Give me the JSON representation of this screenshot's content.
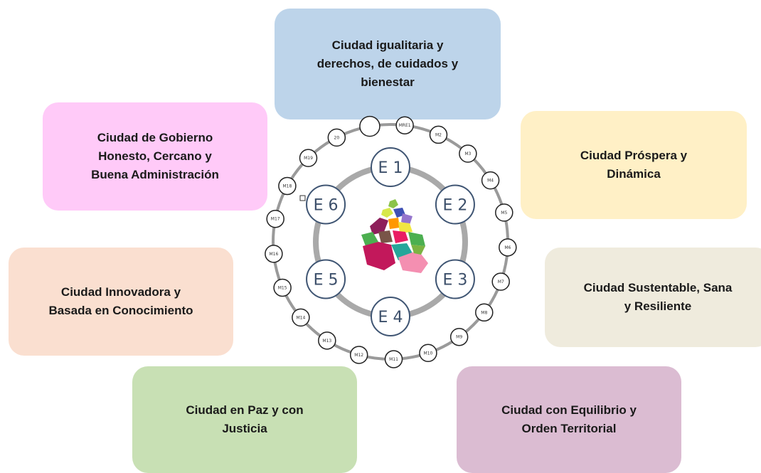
{
  "axes": [
    {
      "text": "Ciudad igualitaria y\nderechos, de cuidados y\nbienestar",
      "color": "#bdd4ea"
    },
    {
      "text": "Ciudad de Gobierno\nHonesto, Cercano y\nBuena Administración",
      "color": "#ffcaf8"
    },
    {
      "text": "Ciudad Próspera y\nDinámica",
      "color": "#fff0c6"
    },
    {
      "text": "Ciudad Innovadora y\nBasada en Conocimiento",
      "color": "#fadfd0"
    },
    {
      "text": "Ciudad Sustentable, Sana\ny Resiliente",
      "color": "#efebdd"
    },
    {
      "text": "Ciudad en Paz y con\nJusticia",
      "color": "#c8e0b4"
    },
    {
      "text": "Ciudad con Equilibrio y\nOrden Territorial",
      "color": "#dbbcd2"
    }
  ],
  "wheel": {
    "hubs": [
      "E 1",
      "E 2",
      "E 3",
      "E 4",
      "E 5",
      "E 6"
    ],
    "nodes": [
      "MRE1",
      "M2",
      "M3",
      "M4",
      "M5",
      "M6",
      "M7",
      "M8",
      "M9",
      "M10",
      "M11",
      "M12",
      "M13",
      "M14",
      "M15",
      "M16",
      "M17",
      "M18",
      "M19",
      "20",
      ""
    ]
  }
}
